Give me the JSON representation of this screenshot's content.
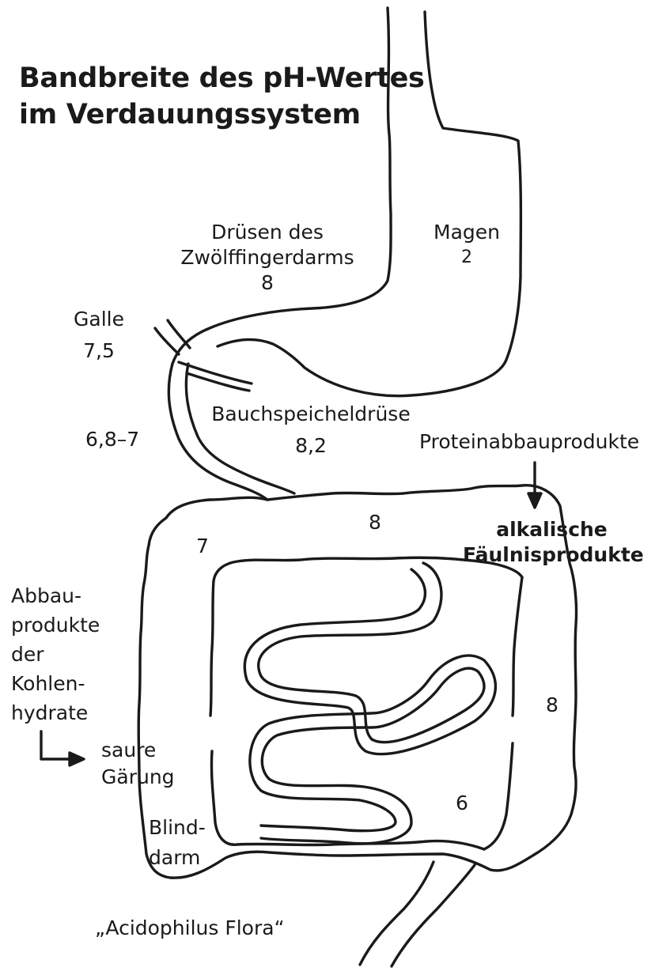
{
  "title": {
    "line1": "Bandbreite des pH-Wertes",
    "line2": "im Verdauungssystem"
  },
  "labels": {
    "magen": "Magen",
    "magen_ph": "2",
    "duodenum_glands_line1": "Drüsen des",
    "duodenum_glands_line2": "Zwölffingerdarms",
    "duodenum_glands_ph": "8",
    "galle": "Galle",
    "galle_ph": "7,5",
    "bile_duct_range": "6,8–7",
    "pancreas": "Bauchspeicheldrüse",
    "pancreas_ph": "8,2",
    "protein_products": "Proteinabbauprodukte",
    "alkaline_line1": "alkalische",
    "alkaline_line2": "Fäulnisprodukte",
    "transverse_colon_ph": "8",
    "ascending_colon_ph": "7",
    "descending_colon_ph": "8",
    "small_intestine_ph": "6",
    "carb_products_lines": [
      "Abbau-",
      "produkte",
      "der",
      "Kohlen-",
      "hydrate"
    ],
    "acid_fermentation_line1": "saure",
    "acid_fermentation_line2": "Gärung",
    "cecum_line1": "Blind-",
    "cecum_line2": "darm",
    "flora": "„Acidophilus Flora“"
  },
  "colors": {
    "ink": "#1a1a1a",
    "background": "#ffffff"
  }
}
